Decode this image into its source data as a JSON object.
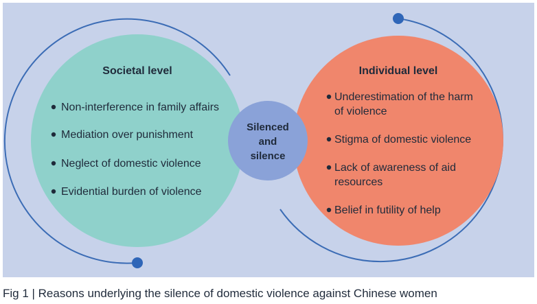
{
  "colors": {
    "panel": "#c7d2ea",
    "ring": "#3b6cb5",
    "dot": "#2f66b8",
    "societal_fill": "#8fd1cb",
    "individual_fill": "#f0866c",
    "center_fill": "#8aa2d8",
    "text": "#1f2a3a"
  },
  "societal": {
    "heading": "Societal level",
    "items": [
      "Non-interference in family affairs",
      "Mediation over punishment",
      "Neglect of domestic violence",
      "Evidential burden of violence"
    ]
  },
  "center": {
    "lines": [
      "Silenced",
      "and",
      "silence"
    ]
  },
  "individual": {
    "heading": "Individual level",
    "items": [
      [
        "Underestimation of the harm",
        "of violence"
      ],
      [
        "Stigma of domestic violence"
      ],
      [
        "Lack of awareness of aid",
        "resources"
      ],
      [
        "Belief in futility of help"
      ]
    ]
  },
  "caption": "Fig 1 | Reasons underlying the silence of domestic violence against Chinese women"
}
